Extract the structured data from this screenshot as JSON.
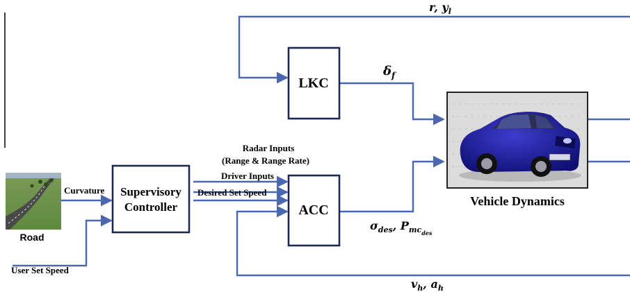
{
  "blocks": {
    "lkc": "LKC",
    "acc": "ACC",
    "supervisory_line1": "Supervisory",
    "supervisory_line2": "Controller",
    "vehicle_dynamics": "Vehicle Dynamics",
    "road": "Road"
  },
  "signals": {
    "curvature": "Curvature",
    "user_set_speed": "User Set Speed",
    "radar_inputs": "Radar Inputs",
    "radar_inputs_detail": "(Range & Range Rate)",
    "driver_inputs": "Driver Inputs",
    "desired_set_speed": "Desired Set Speed",
    "delta_f_main": "δ",
    "delta_f_sub": "f",
    "r_yl_main": "r, y",
    "r_yl_sub": "l",
    "vh_ah_1": "v",
    "vh_ah_1_sub": "h",
    "vh_ah_sep": ", a",
    "vh_ah_2_sub": "h",
    "sigma_main": "σ",
    "sigma_sub": "des",
    "pmc_sep": ", P",
    "pmc_sub": "mc",
    "pmc_subsub": "des"
  },
  "colors": {
    "wire": "#4a67b0",
    "box_border": "#1b2a55",
    "car_body": "#1a1aa8"
  },
  "icons": [
    "road-thumbnail-image",
    "blue-car-image"
  ]
}
